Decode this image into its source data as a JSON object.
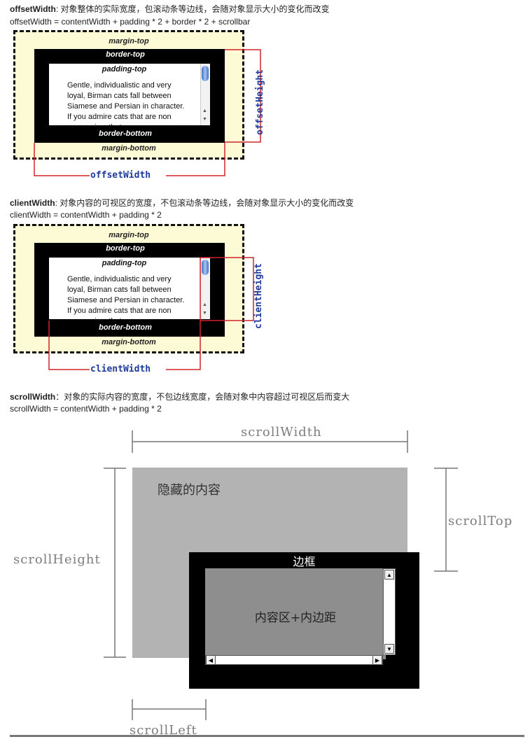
{
  "sections": [
    {
      "title_bold": "offsetWidth",
      "title_rest": ": 对象整体的实际宽度，包滚动条等边线，会随对象显示大小的变化而改变",
      "formula": "offsetWidth = contentWidth + padding * 2 + border * 2 + scrollbar",
      "vertical_label": "offsetHeight",
      "horizontal_label": "offsetWidth"
    },
    {
      "title_bold": "clientWidth",
      "title_rest": ": 对象内容的可视区的宽度，不包滚动条等边线，会随对象显示大小的变化而改变",
      "formula": "clientWidth = contentWidth + padding * 2",
      "vertical_label": "clientHeight",
      "horizontal_label": "clientWidth"
    },
    {
      "title_bold": "scrollWidth",
      "title_rest": "：对象的实际内容的宽度，不包边线宽度，会随对象中内容超过可视区后而变大",
      "formula": "scrollWidth = contentWidth + padding * 2"
    }
  ],
  "box_model": {
    "margin_top": "margin-top",
    "border_top": "border-top",
    "padding_top": "padding-top",
    "paragraph": "Gentle, individualistic and very loyal, Birman cats fall between Siamese and Persian in character. If you admire cats that are non aggressive, that",
    "border_bottom": "border-bottom",
    "margin_bottom": "margin-bottom"
  },
  "scroll_diagram": {
    "scroll_width": "scrollWidth",
    "scroll_height": "scrollHeight",
    "scroll_top": "scrollTop",
    "scroll_left": "scrollLeft",
    "hidden_content": "隐藏的内容",
    "border": "边框",
    "content_padding": "内容区+内边距"
  },
  "colors": {
    "margin_fill": "#fdfbd6",
    "dimension_line": "#d2232a",
    "dimension_label": "#1f3b9a"
  }
}
